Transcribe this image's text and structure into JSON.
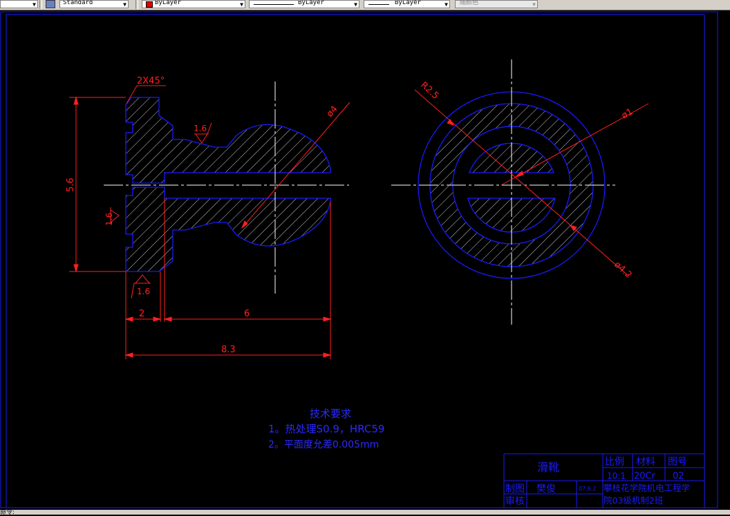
{
  "toolbar": {
    "textstyle": "Standard",
    "layer": "ByLayer",
    "linetype": "ByLayer",
    "lineweight": "ByLayer",
    "plotstyle": "随颜色"
  },
  "colors": {
    "background": "#000000",
    "outline": "#1a1aff",
    "dimension": "#ff2020",
    "centerline": "#ffffff",
    "hatch": "#ffffff",
    "notes": "#2a2aff"
  },
  "dimensions": {
    "chamfer": "2X45°",
    "roughness_top": "1.6",
    "roughness_left": "1.6",
    "roughness_bottom": "1.6",
    "height": "5.6",
    "hole_dia": "ø4",
    "width_flange": "2",
    "width_body": "6",
    "width_total": "8.3",
    "radius": "R2.5",
    "dia_inner": "ø1",
    "dia_outer": "ø4.2"
  },
  "notes": {
    "title": "技术要求",
    "line1": "1。热处理S0.9，HRC59",
    "line2": "2。平面度允差0.005mm"
  },
  "titleblock": {
    "part_name": "滑靴",
    "scale_label": "比例",
    "material_label": "材料",
    "drawing_no_label": "图号",
    "scale": "10:1",
    "material": "20Cr",
    "drawing_no": "02",
    "drawn_label": "制图",
    "drawn_by": "樊俊",
    "date": "07.6.2",
    "checked_label": "审核",
    "school": "攀枝花学院机电工程学",
    "class": "院03级机制2班"
  },
  "status": {
    "command": "命令:"
  }
}
